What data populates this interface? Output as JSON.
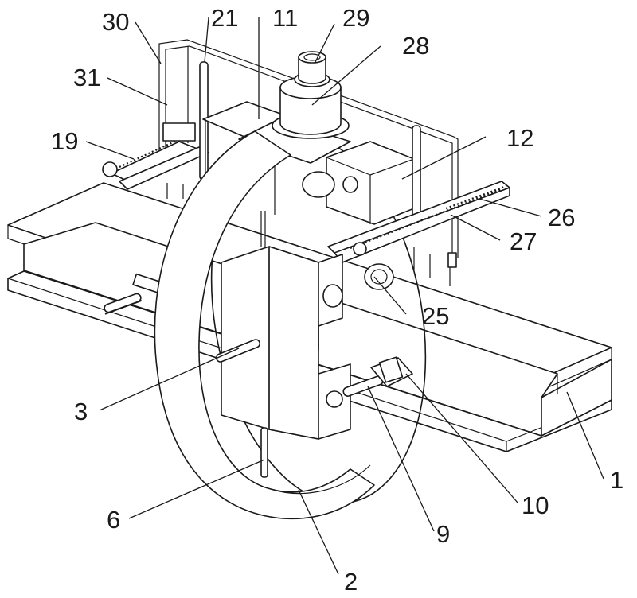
{
  "labels": {
    "l30": "30",
    "l21": "21",
    "l11": "11",
    "l29": "29",
    "l28": "28",
    "l31": "31",
    "l19": "19",
    "l12": "12",
    "l26": "26",
    "l27": "27",
    "l25": "25",
    "l3": "3",
    "l6": "6",
    "l9": "9",
    "l10": "10",
    "l1": "1",
    "l2": "2"
  }
}
